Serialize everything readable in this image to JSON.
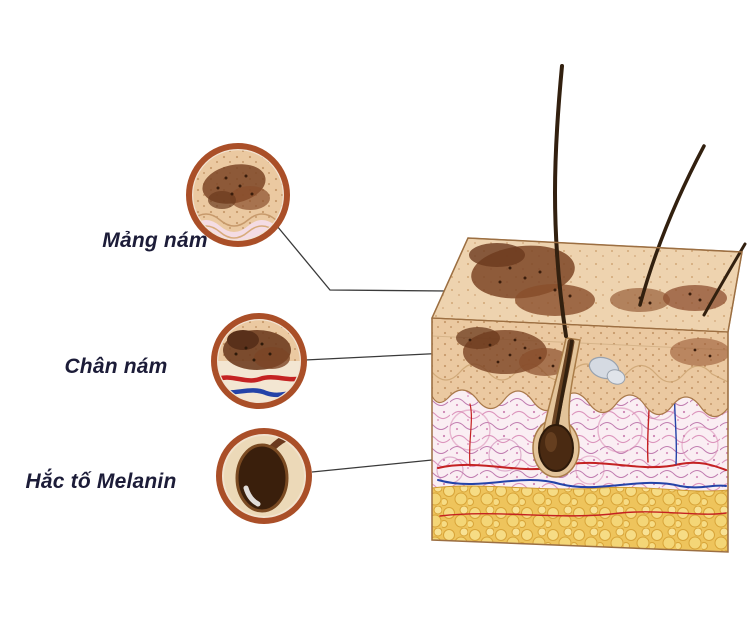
{
  "diagram": {
    "subject": "skin-cross-section-melasma",
    "callouts": [
      {
        "id": "melasma-patch",
        "label": "Mảng nám"
      },
      {
        "id": "melasma-root",
        "label": "Chân nám"
      },
      {
        "id": "melanin",
        "label": "Hắc tố Melanin"
      }
    ],
    "colors": {
      "background": "#ffffff",
      "callout_ring": "#aa4f28",
      "label_text": "#1c1c38",
      "skin_top": "#eed3af",
      "epidermis": "#ebc9a1",
      "dermis": "#faeef3",
      "fat_layer": "#eec45c",
      "melasma_dark": "#6b3a1e",
      "melanin_bulb": "#3a1f0c",
      "vessel_red": "#c42222",
      "vessel_blue": "#2443a8",
      "hair": "#32200f"
    }
  }
}
